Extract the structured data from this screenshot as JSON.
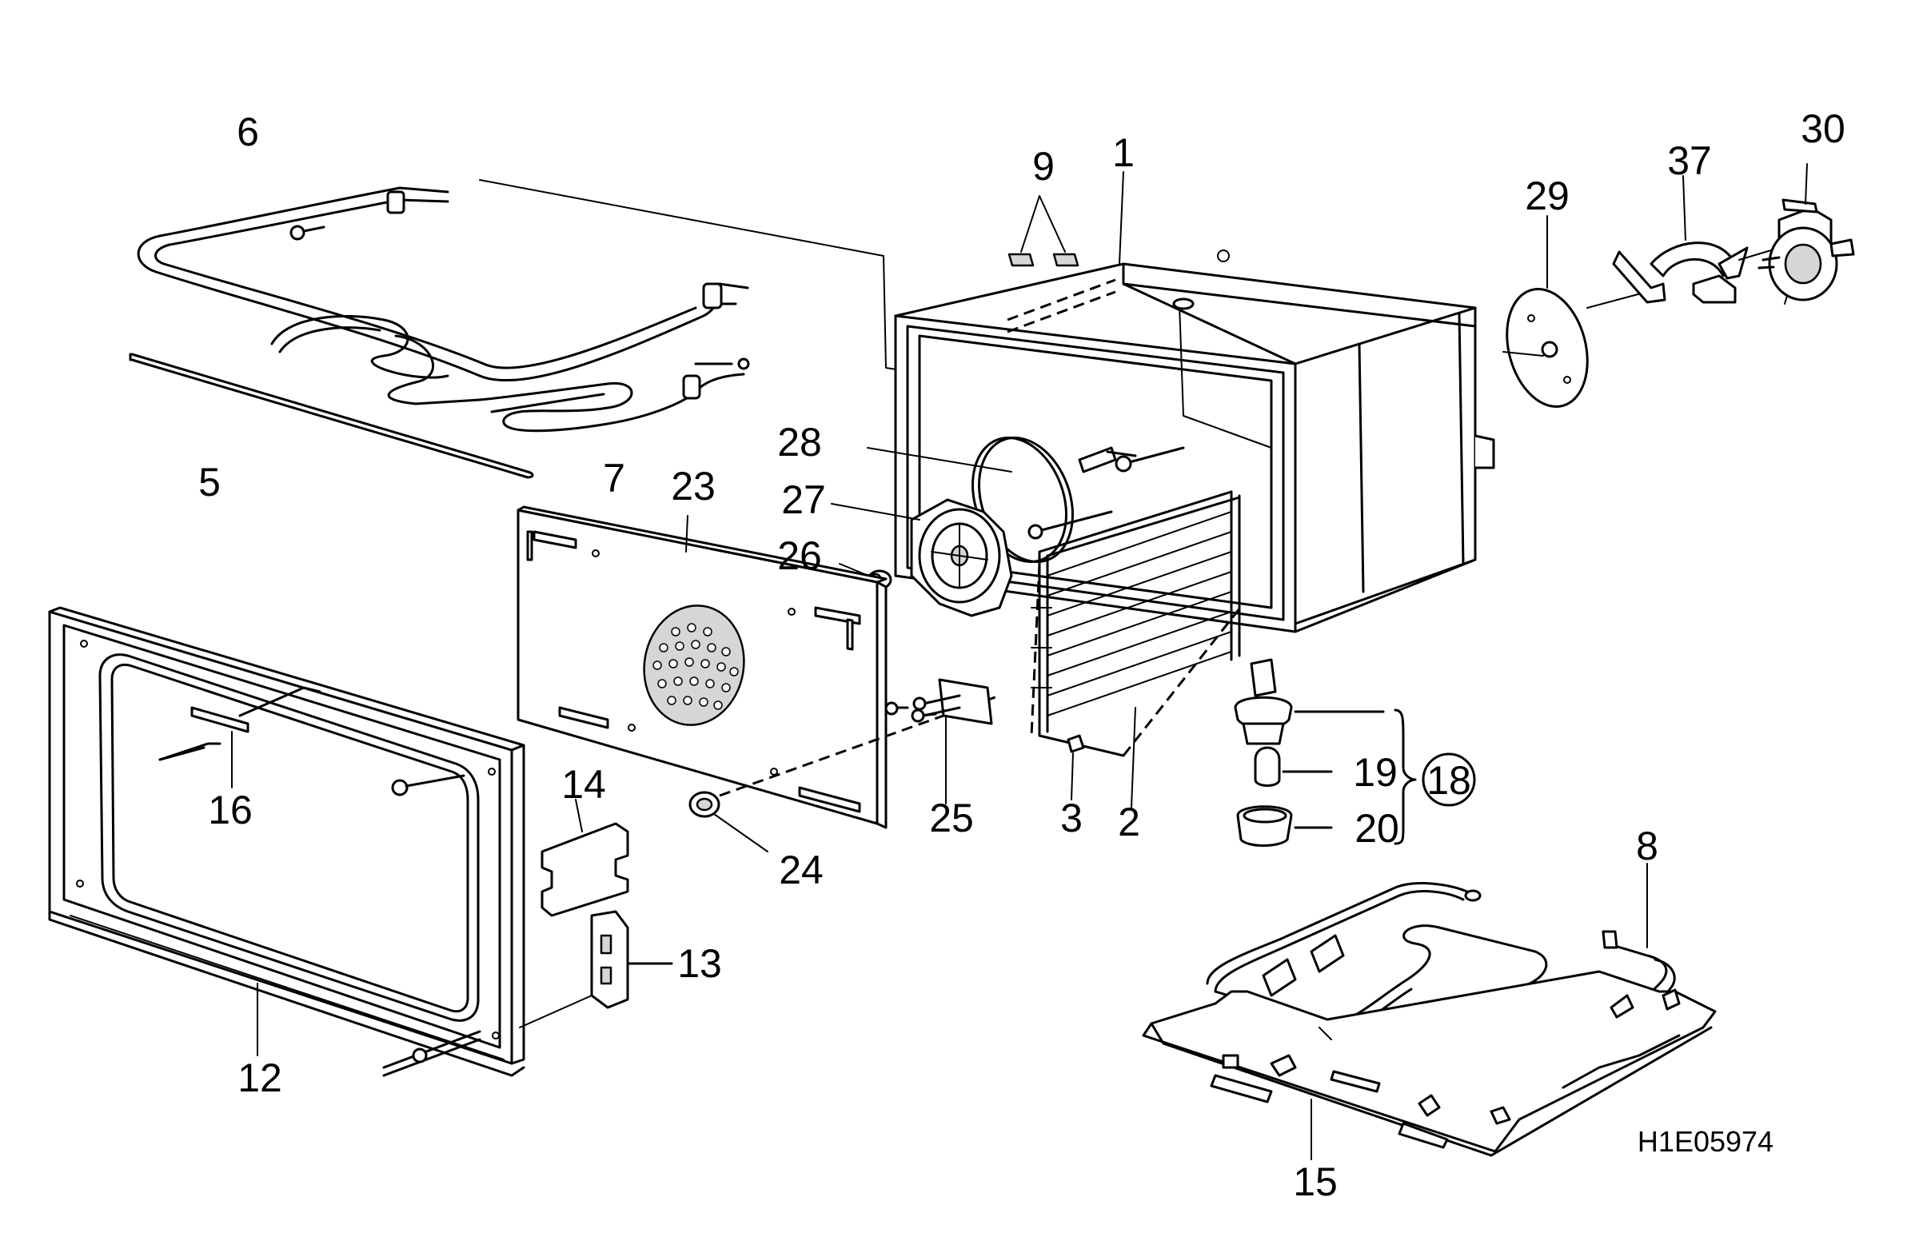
{
  "drawing_code": "H1E05974",
  "labels": {
    "p1": "1",
    "p2": "2",
    "p3": "3",
    "p5": "5",
    "p6": "6",
    "p7": "7",
    "p8": "8",
    "p9": "9",
    "p12": "12",
    "p13": "13",
    "p14": "14",
    "p15": "15",
    "p16": "16",
    "p18": "18",
    "p19": "19",
    "p20": "20",
    "p23": "23",
    "p24": "24",
    "p25": "25",
    "p26": "26",
    "p27": "27",
    "p28": "28",
    "p29": "29",
    "p30": "30",
    "p37": "37"
  }
}
